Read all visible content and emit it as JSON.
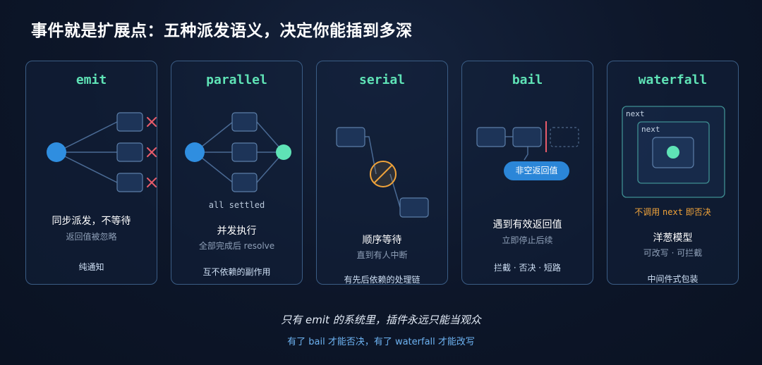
{
  "title": "事件就是扩展点：五种派发语义，决定你能插到多深",
  "colors": {
    "accent_green": "#5fe3b6",
    "node_blue": "#2f8ee0",
    "border": "#3b5d85",
    "fail_red": "#e85b6a",
    "warn_orange": "#f0a33a",
    "link_blue": "#6db3f2"
  },
  "cards": [
    {
      "name": "emit",
      "desc": "同步派发，不等待",
      "sub": "返回值被忽略",
      "foot": "纯通知"
    },
    {
      "name": "parallel",
      "note": "all settled",
      "desc": "并发执行",
      "sub": "全部完成后 resolve",
      "foot": "互不依赖的副作用"
    },
    {
      "name": "serial",
      "desc": "顺序等待",
      "sub": "直到有人中断",
      "foot": "有先后依赖的处理链"
    },
    {
      "name": "bail",
      "pill": "非空返回值",
      "desc": "遇到有效返回值",
      "sub": "立即停止后续",
      "foot": "拦截 · 否决 · 短路"
    },
    {
      "name": "waterfall",
      "layer_outer": "next",
      "layer_inner": "next",
      "note_pre": "不调用 ",
      "note_mid": "next",
      "note_post": " 即否决",
      "desc": "洋葱模型",
      "sub": "可改写 · 可拦截",
      "foot": "中间件式包装"
    }
  ],
  "bottom": {
    "line1": "只有 emit 的系统里，插件永远只能当观众",
    "line2": "有了 bail 才能否决，有了 waterfall 才能改写"
  }
}
